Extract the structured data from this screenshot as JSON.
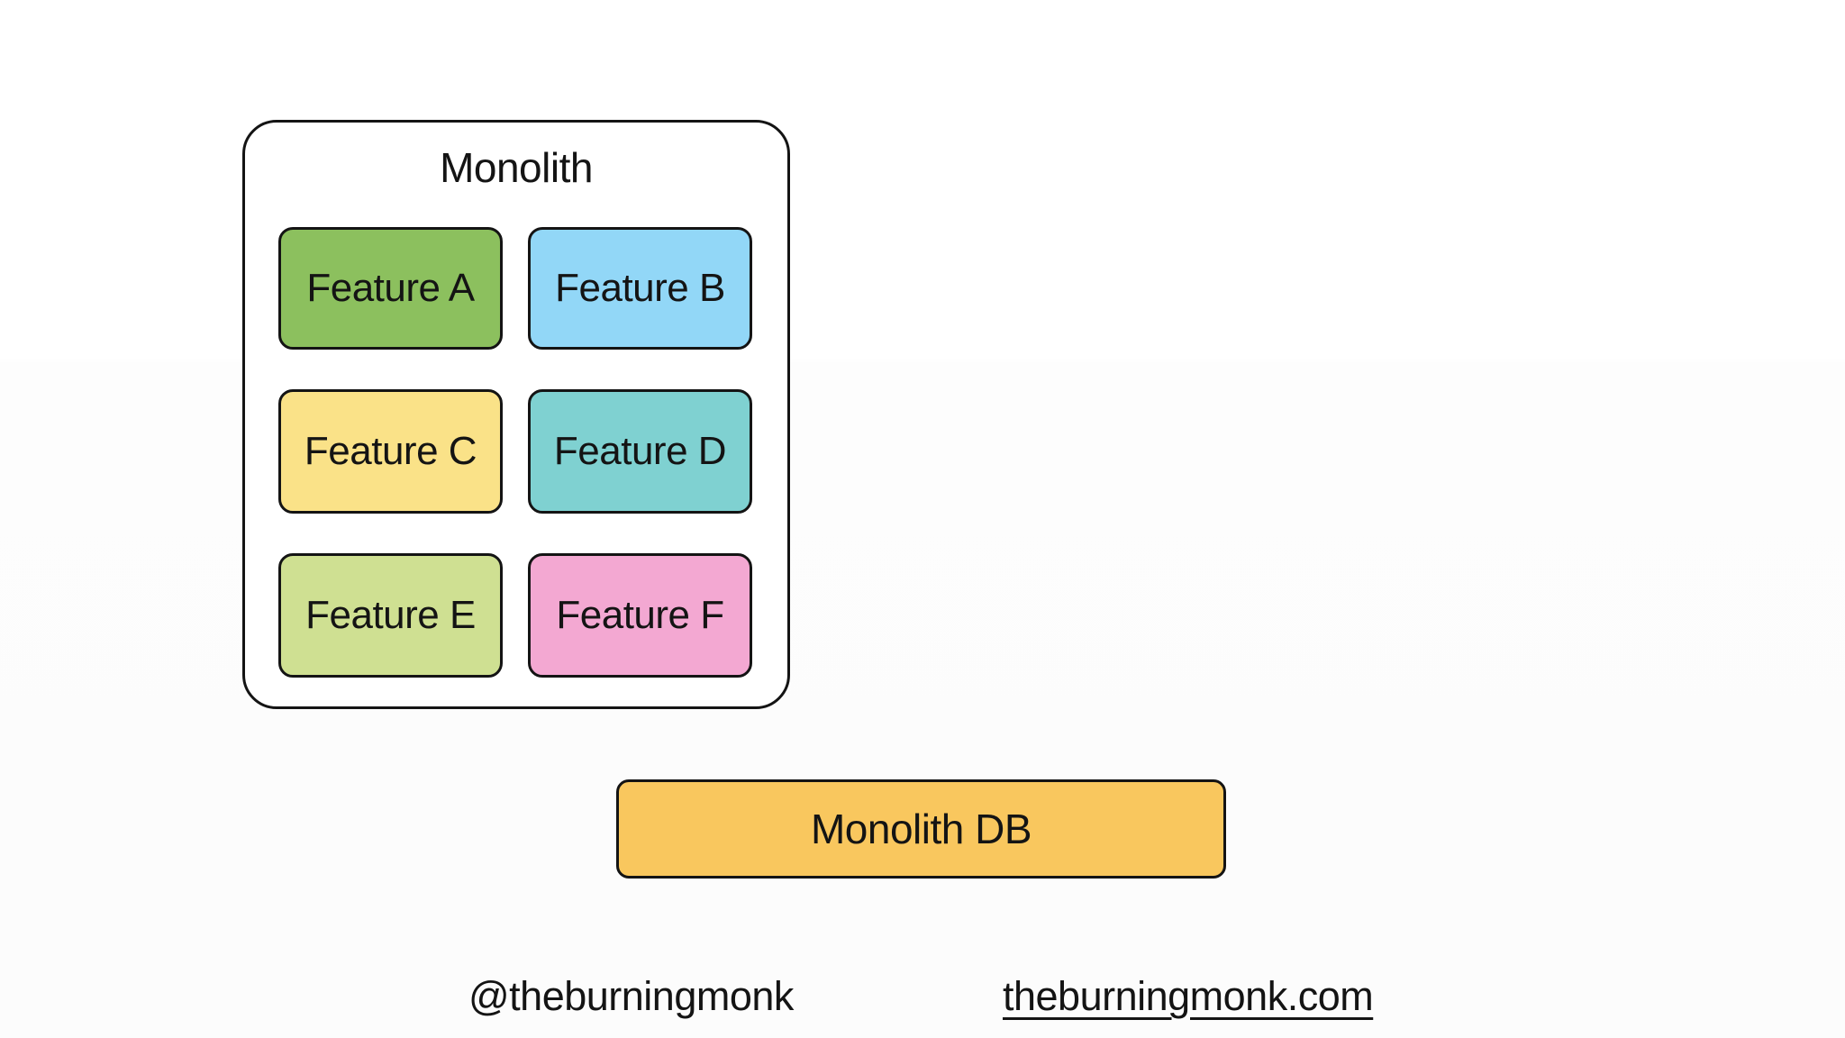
{
  "diagram": {
    "monolith": {
      "title": "Monolith",
      "features": [
        {
          "label": "Feature A",
          "color": "#8CC05E"
        },
        {
          "label": "Feature B",
          "color": "#92D7F7"
        },
        {
          "label": "Feature C",
          "color": "#FAE288"
        },
        {
          "label": "Feature D",
          "color": "#7FD1D1"
        },
        {
          "label": "Feature E",
          "color": "#CFE092"
        },
        {
          "label": "Feature F",
          "color": "#F3A8D2"
        }
      ]
    },
    "database": {
      "label": "Monolith DB",
      "color": "#F9C75E"
    }
  },
  "footer": {
    "handle": "@theburningmonk",
    "website": "theburningmonk.com"
  },
  "colors": {
    "border": "#141414",
    "background": "#FFFFFF"
  }
}
